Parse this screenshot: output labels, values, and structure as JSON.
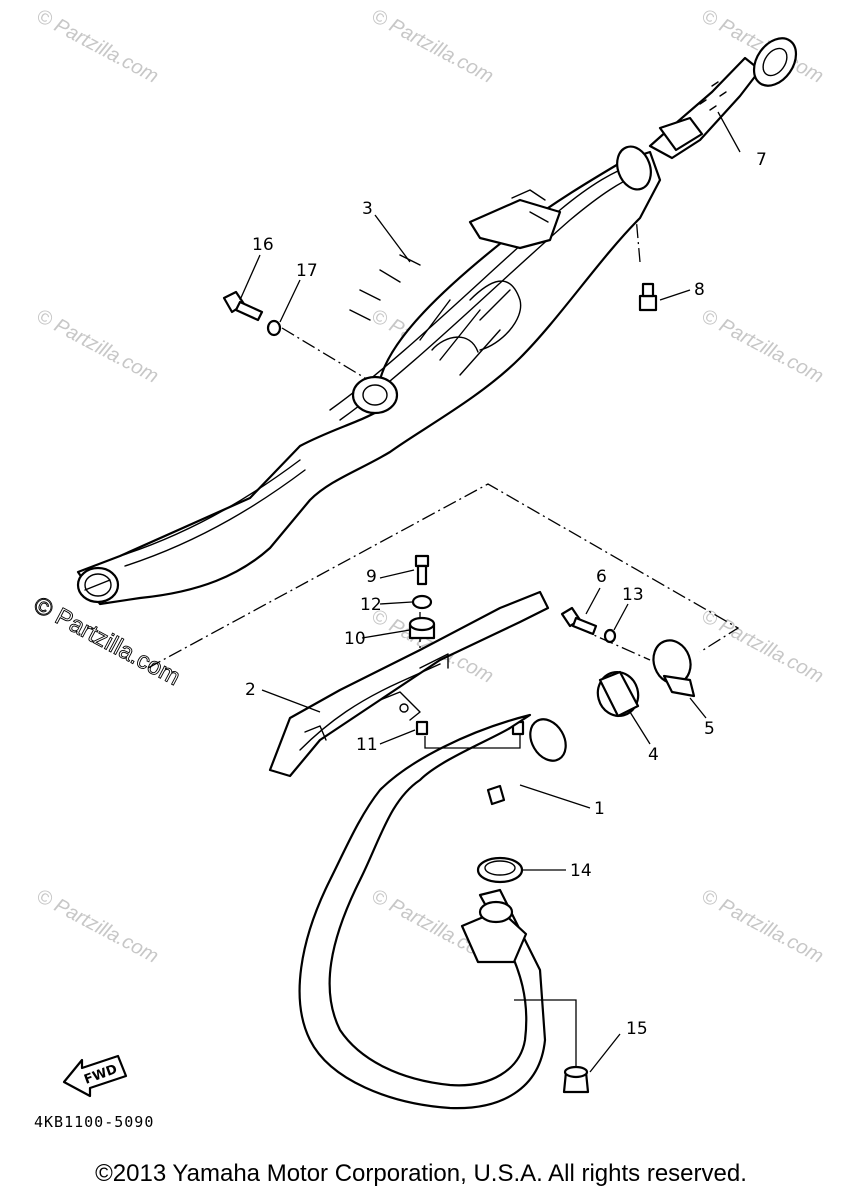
{
  "diagram": {
    "part_code": "4KB1100-5090",
    "fwd_label": "FWD",
    "callouts": [
      "1",
      "2",
      "3",
      "4",
      "5",
      "6",
      "7",
      "8",
      "9",
      "10",
      "11",
      "12",
      "13",
      "14",
      "15",
      "16",
      "17"
    ]
  },
  "watermark": {
    "text": "© Partzilla.com",
    "logo_text": "© Partzilla.com"
  },
  "footer": {
    "copyright": "©2013  Yamaha Motor Corporation, U.S.A. All rights reserved."
  }
}
